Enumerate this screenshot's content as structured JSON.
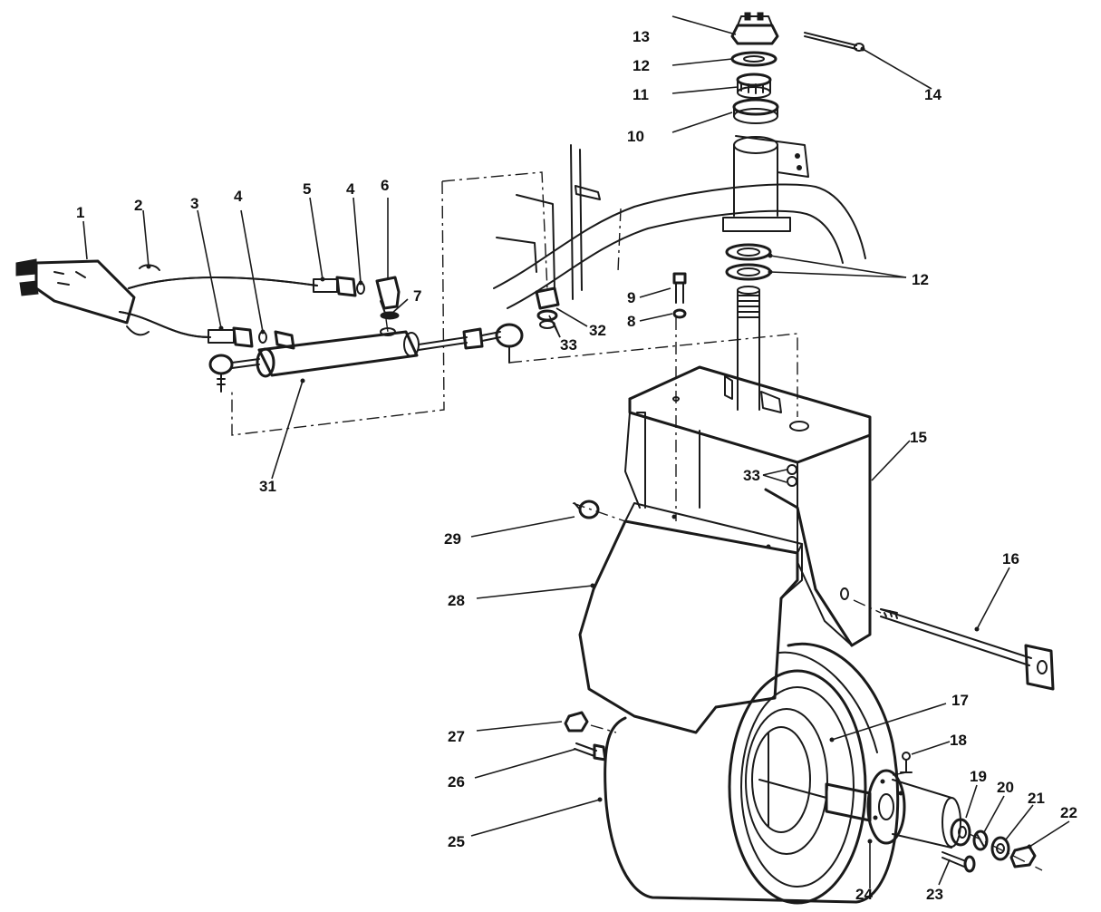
{
  "callouts": [
    {
      "id": "c1",
      "text": "1"
    },
    {
      "id": "c2",
      "text": "2"
    },
    {
      "id": "c3",
      "text": "3"
    },
    {
      "id": "c4a",
      "text": "4"
    },
    {
      "id": "c4b",
      "text": "4"
    },
    {
      "id": "c5",
      "text": "5"
    },
    {
      "id": "c6",
      "text": "6"
    },
    {
      "id": "c7",
      "text": "7"
    },
    {
      "id": "c8",
      "text": "8"
    },
    {
      "id": "c9",
      "text": "9"
    },
    {
      "id": "c10",
      "text": "10"
    },
    {
      "id": "c11",
      "text": "11"
    },
    {
      "id": "c12a",
      "text": "12"
    },
    {
      "id": "c12b",
      "text": "12"
    },
    {
      "id": "c13",
      "text": "13"
    },
    {
      "id": "c14",
      "text": "14"
    },
    {
      "id": "c15",
      "text": "15"
    },
    {
      "id": "c16",
      "text": "16"
    },
    {
      "id": "c17",
      "text": "17"
    },
    {
      "id": "c18",
      "text": "18"
    },
    {
      "id": "c19",
      "text": "19"
    },
    {
      "id": "c20",
      "text": "20"
    },
    {
      "id": "c21",
      "text": "21"
    },
    {
      "id": "c22",
      "text": "22"
    },
    {
      "id": "c23",
      "text": "23"
    },
    {
      "id": "c24",
      "text": "24"
    },
    {
      "id": "c25",
      "text": "25"
    },
    {
      "id": "c26",
      "text": "26"
    },
    {
      "id": "c27",
      "text": "27"
    },
    {
      "id": "c28",
      "text": "28"
    },
    {
      "id": "c29",
      "text": "29"
    },
    {
      "id": "c31",
      "text": "31"
    },
    {
      "id": "c32",
      "text": "32"
    },
    {
      "id": "c33a",
      "text": "33"
    },
    {
      "id": "c33b",
      "text": "33"
    }
  ]
}
